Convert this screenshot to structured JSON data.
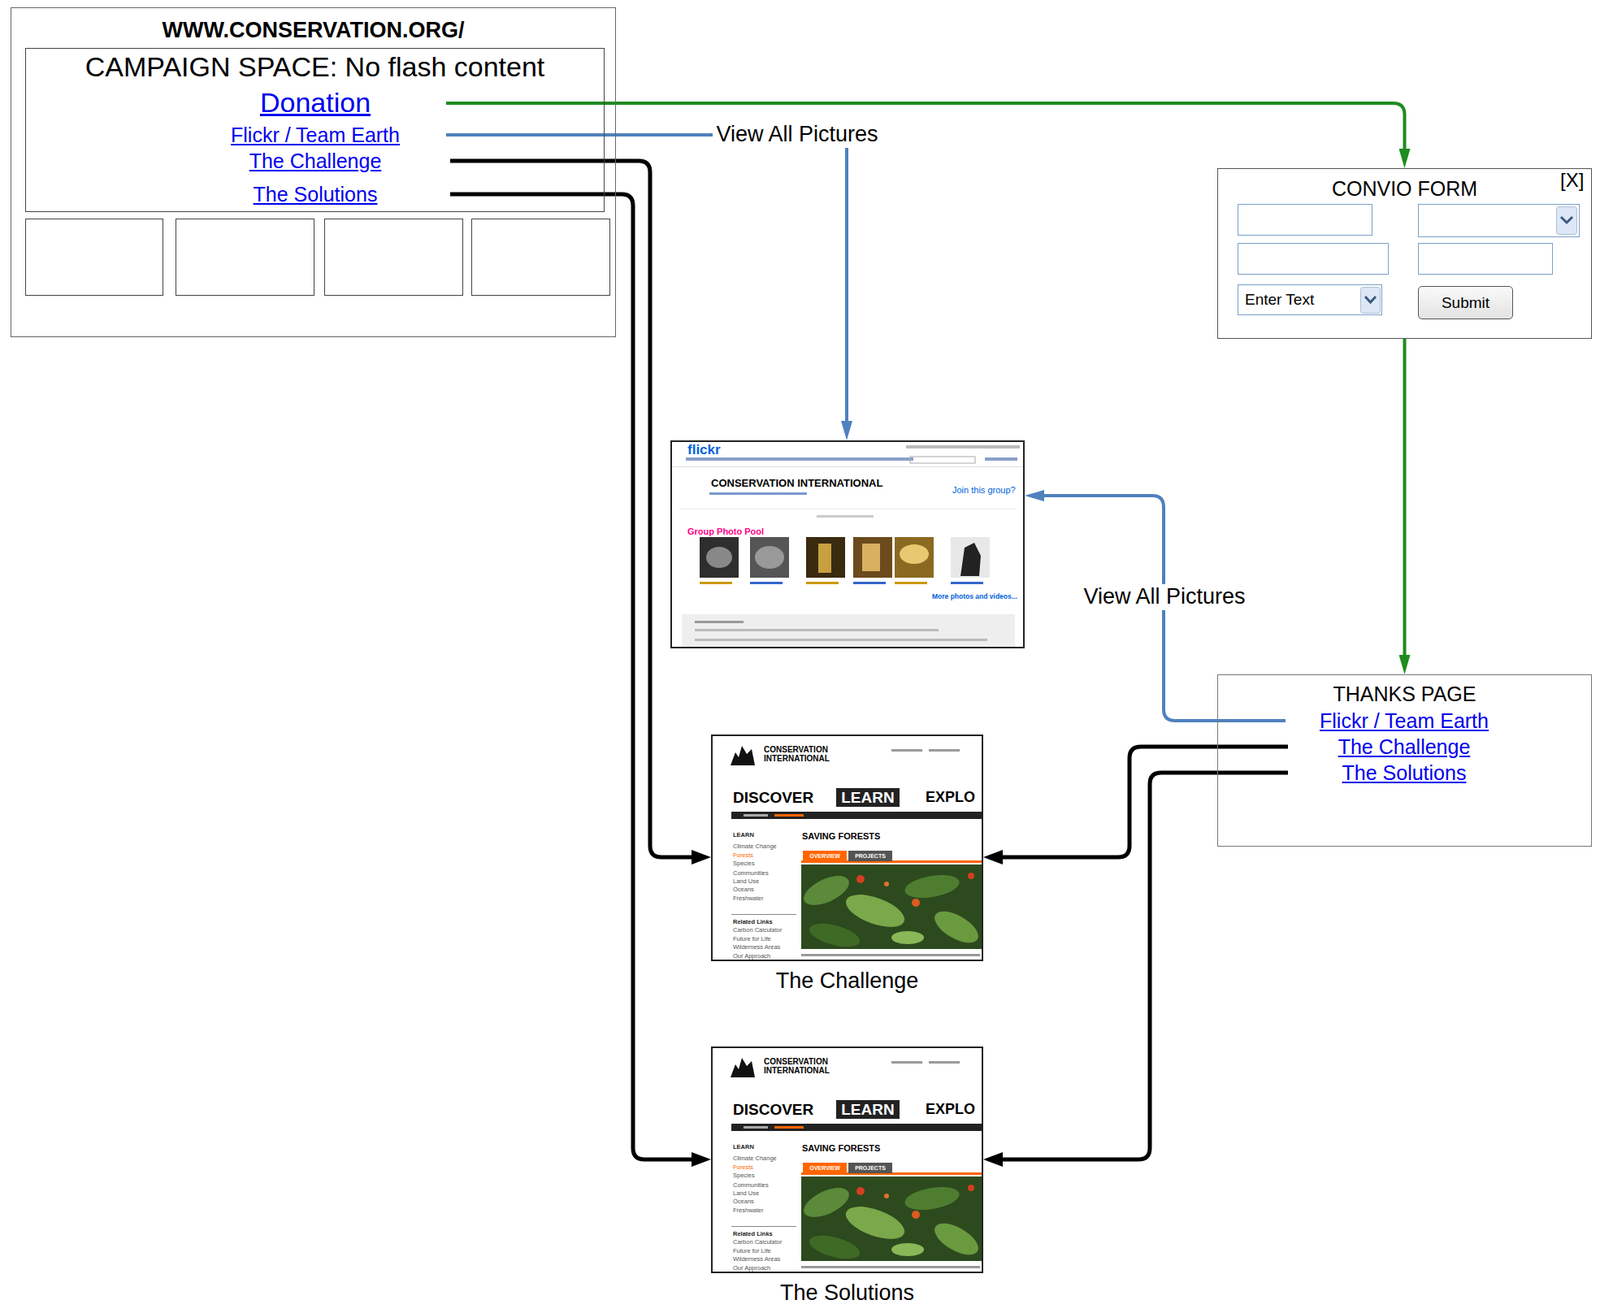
{
  "diagram": {
    "nodes": [
      {
        "text": [
          "WWW.CONSERVATION.ORG/"
        ]
      },
      {
        "text": [
          "CAMPAIGN SPACE: No flash content"
        ],
        "in": 0
      },
      {
        "text": [
          "Donation"
        ],
        "in": 1
      },
      {
        "text": [
          "Flickr / Team Earth"
        ],
        "in": 1
      },
      {
        "text": [
          "The Challenge"
        ],
        "in": 1
      },
      {
        "text": [
          "The Solutions"
        ],
        "in": 1
      },
      {
        "text": [
          "CONVIO FORM",
          "[X]"
        ]
      },
      {
        "text": [
          "Enter Text"
        ],
        "in": 6
      },
      {
        "text": [
          "Submit"
        ],
        "in": 6
      },
      {
        "text": [
          "flickr",
          "CONSERVATION INTERNATIONAL",
          "Join this group?",
          "Group Photo Pool",
          "More photos and videos..."
        ]
      },
      {
        "text": [
          "THANKS PAGE"
        ]
      },
      {
        "text": [
          "Flickr / Team Earth"
        ],
        "in": 10
      },
      {
        "text": [
          "The Challenge"
        ],
        "in": 10
      },
      {
        "text": [
          "The Solutions"
        ],
        "in": 10
      },
      {
        "text": [
          "CONSERVATION INTERNATIONAL",
          "DISCOVER",
          "LEARN",
          "EXPLO",
          "LEARN",
          "Climate Change",
          "Forests",
          "Species",
          "Communities",
          "Land Use",
          "Oceans",
          "Freshwater",
          "Related Links",
          "Carbon Calculator",
          "Future for Life",
          "Wilderness Areas",
          "Our Approach",
          "SAVING FORESTS",
          "OVERVIEW",
          "PROJECTS",
          "The Challenge"
        ]
      },
      {
        "text": [
          "CONSERVATION INTERNATIONAL",
          "DISCOVER",
          "LEARN",
          "EXPLO",
          "LEARN",
          "Climate Change",
          "Forests",
          "Species",
          "Communities",
          "Land Use",
          "Oceans",
          "Freshwater",
          "Related Links",
          "Carbon Calculator",
          "Future for Life",
          "Wilderness Areas",
          "Our Approach",
          "SAVING FORESTS",
          "OVERVIEW",
          "PROJECTS",
          "The Solutions"
        ]
      }
    ],
    "edges": [
      {
        "from": 2,
        "to": 6,
        "arrow": "to"
      },
      {
        "from": 3,
        "to": 9,
        "arrow": "to",
        "label": "View All Pictures"
      },
      {
        "from": 4,
        "to": 14,
        "arrow": "to"
      },
      {
        "from": 5,
        "to": 15,
        "arrow": "to"
      },
      {
        "from": 6,
        "to": 10,
        "arrow": "to"
      },
      {
        "from": 11,
        "to": 9,
        "arrow": "to",
        "label": "View All Pictures"
      },
      {
        "from": 12,
        "to": 14,
        "arrow": "to"
      },
      {
        "from": 13,
        "to": 15,
        "arrow": "to"
      }
    ]
  }
}
